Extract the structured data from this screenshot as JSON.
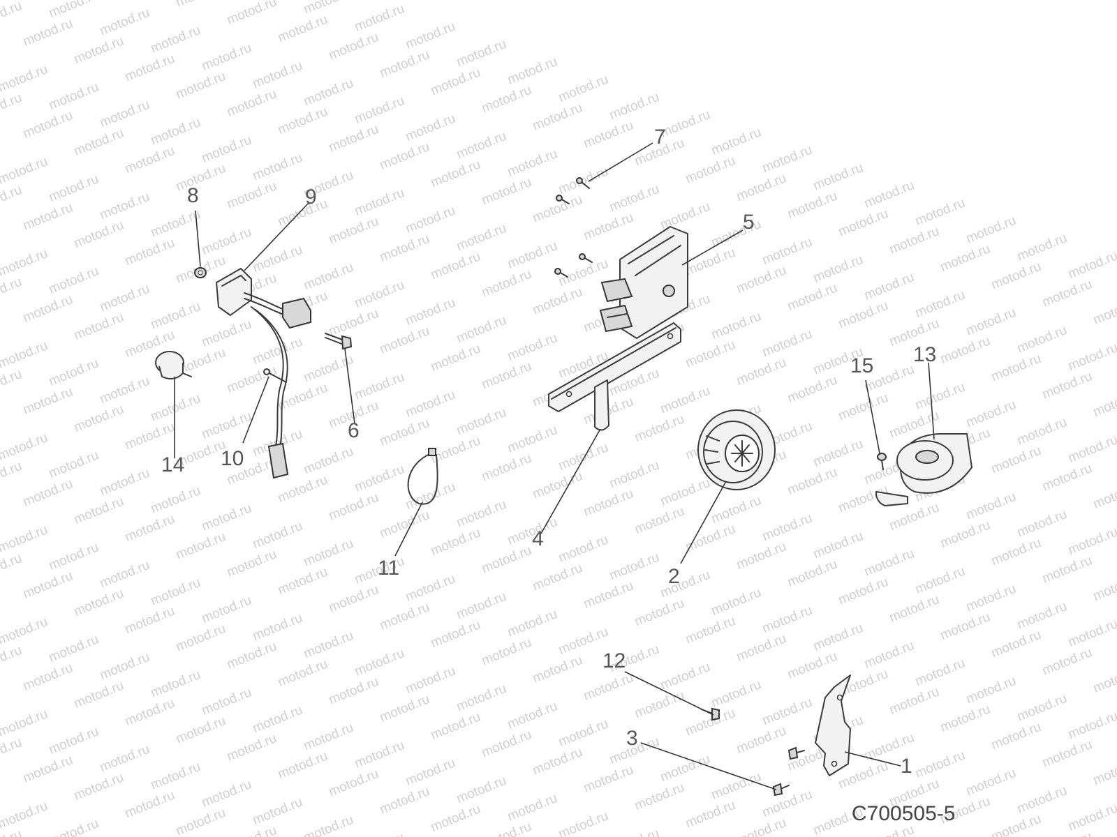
{
  "watermark": "motod.ru",
  "drawing_code": "C700505-5",
  "callouts": {
    "c1": "1",
    "c2": "2",
    "c3": "3",
    "c4": "4",
    "c5": "5",
    "c6": "6",
    "c7": "7",
    "c8": "8",
    "c9": "9",
    "c10": "10",
    "c11": "11",
    "c12": "12",
    "c13": "13",
    "c14": "14",
    "c15": "15"
  }
}
